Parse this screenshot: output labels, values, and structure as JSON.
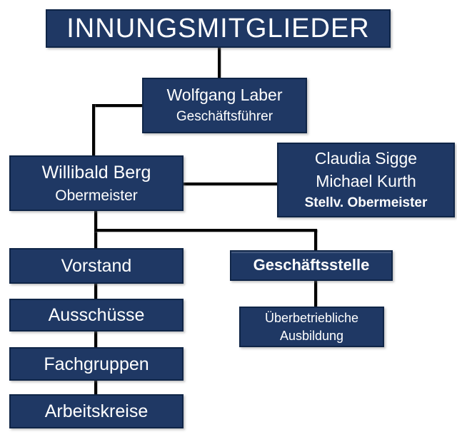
{
  "diagram": {
    "type": "org-chart",
    "nodes": {
      "members": {
        "label": "INNUNGSMITGLIEDER"
      },
      "geschaeftsfuehrer": {
        "name": "Wolfgang Laber",
        "role": "Geschäftsführer"
      },
      "obermeister": {
        "name": "Willibald Berg",
        "role": "Obermeister"
      },
      "stellv_obermeister": {
        "name1": "Claudia Sigge",
        "name2": "Michael Kurth",
        "role": "Stellv. Obermeister"
      },
      "vorstand": {
        "label": "Vorstand"
      },
      "geschaeftsstelle": {
        "label": "Geschäftsstelle"
      },
      "ausschuesse": {
        "label": "Ausschüsse"
      },
      "ueberbetriebliche_ausbildung": {
        "line1": "Überbetriebliche",
        "line2": "Ausbildung"
      },
      "fachgruppen": {
        "label": "Fachgruppen"
      },
      "arbeitskreise": {
        "label": "Arbeitskreise"
      }
    },
    "edges": [
      {
        "from": "INNUNGSMITGLIEDER",
        "to": "Wolfgang Laber"
      },
      {
        "from": "Wolfgang Laber",
        "to": "Willibald Berg"
      },
      {
        "from": "Willibald Berg",
        "to": "Claudia Sigge / Michael Kurth"
      },
      {
        "from": "Willibald Berg",
        "to": "Vorstand"
      },
      {
        "from": "Willibald Berg",
        "to": "Geschäftsstelle"
      },
      {
        "from": "Geschäftsstelle",
        "to": "Überbetriebliche Ausbildung"
      },
      {
        "from": "Vorstand",
        "to": "Ausschüsse"
      },
      {
        "from": "Ausschüsse",
        "to": "Fachgruppen"
      },
      {
        "from": "Fachgruppen",
        "to": "Arbeitskreise"
      }
    ],
    "colors": {
      "box_fill": "#1f3864",
      "box_border": "#0f2547",
      "connector": "#000000",
      "text": "#ffffff",
      "background": "#ffffff"
    }
  }
}
